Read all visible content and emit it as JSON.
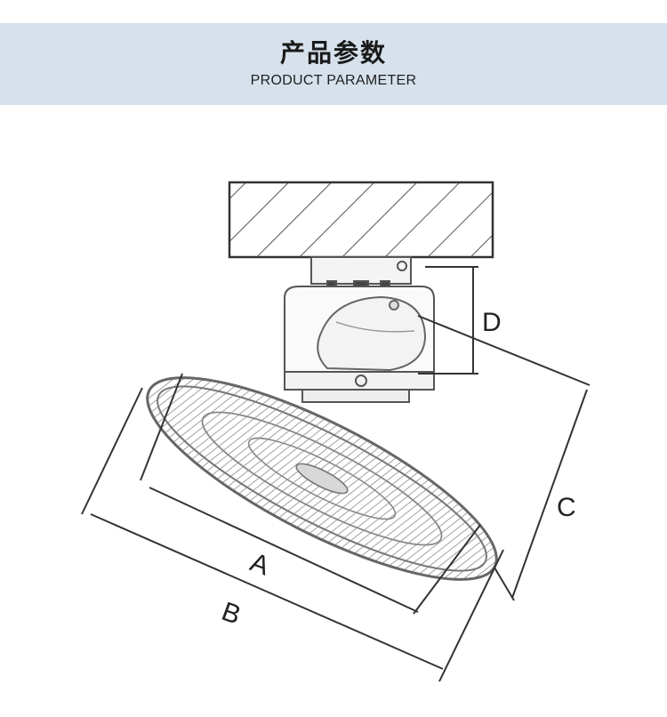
{
  "header": {
    "title_cn": "产品参数",
    "title_en": "PRODUCT PARAMETER"
  },
  "diagram": {
    "dimension_labels": {
      "a": "A",
      "b": "B",
      "c": "C",
      "d": "D"
    },
    "colors": {
      "banner_background": "#d6e1ec",
      "line": "#333333",
      "fan_guard": "#7a7a7a"
    }
  }
}
